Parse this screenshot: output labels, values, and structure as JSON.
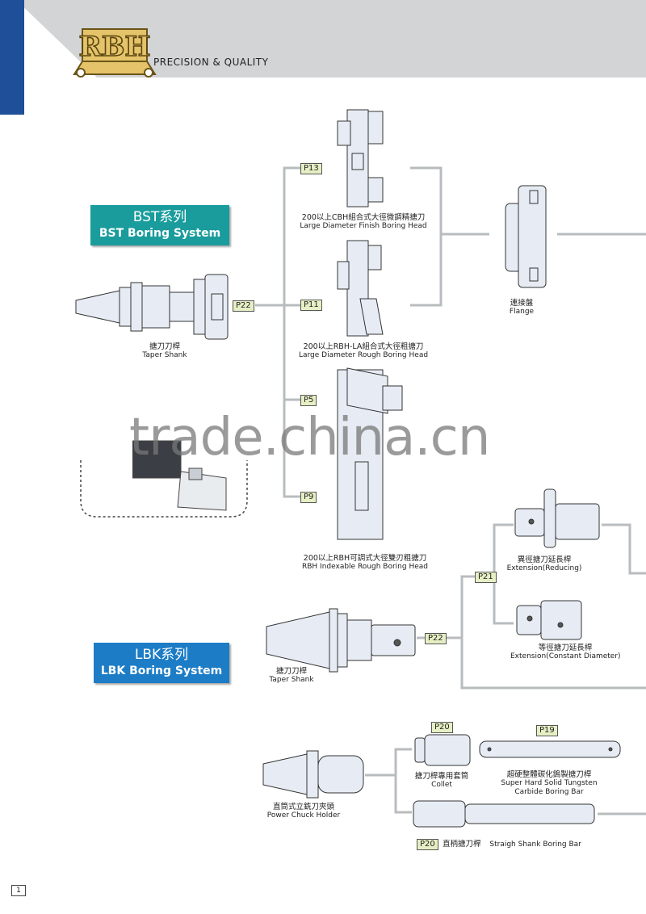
{
  "header": {
    "logo_text": "RBH",
    "tagline": "PRECISION & QUALITY"
  },
  "series": {
    "bst": {
      "zh": "BST系列",
      "en": "BST  Boring System"
    },
    "lbk": {
      "zh": "LBK系列",
      "en": "LBK  Boring System"
    }
  },
  "tags": {
    "p13": "P13",
    "p11": "P11",
    "p22_bst": "P22",
    "p5": "P5",
    "p9": "P9",
    "p21": "P21",
    "p22_lbk": "P22",
    "p20_collet": "P20",
    "p19": "P19",
    "p20_bar": "P20"
  },
  "captions": {
    "finish_head": {
      "zh": "200以上CBH組合式大徑微調精搪刀",
      "en": "Large Diameter Finish Boring Head"
    },
    "rough_head": {
      "zh": "200以上RBH-LA組合式大徑粗搪刀",
      "en": "Large Diameter Rough Boring Head"
    },
    "flange": {
      "zh": "連接盤",
      "en": "Flange"
    },
    "taper_shank_bst": {
      "zh": "搪刀刀桿",
      "en": "Taper Shank"
    },
    "indexable_head": {
      "zh": "200以上RBH可調式大徑雙刃粗搪刀",
      "en": "RBH Indexable Rough Boring Head"
    },
    "ext_reducing": {
      "zh": "異徑搪刀延長桿",
      "en": "Extension(Reducing)"
    },
    "ext_constant": {
      "zh": "等徑搪刀延長桿",
      "en": "Extension(Constant Diameter)"
    },
    "taper_shank_lbk": {
      "zh": "搪刀刀桿",
      "en": "Taper Shank"
    },
    "collet": {
      "zh": "搪刀桿專用套筒",
      "en": "Collet"
    },
    "carbide_bar": {
      "zh": "超硬整體碳化鎢製搪刀桿",
      "en1": "Super Hard Solid Tungsten",
      "en2": "Carbide Boring Bar"
    },
    "power_chuck": {
      "zh": "直筒式立銑刀夾頭",
      "en": "Power Chuck Holder"
    },
    "straight_bar": {
      "zh": "直柄搪刀桿",
      "en": "Straigh Shank Boring Bar"
    }
  },
  "watermark": "trade.china.cn",
  "page_number": "1"
}
